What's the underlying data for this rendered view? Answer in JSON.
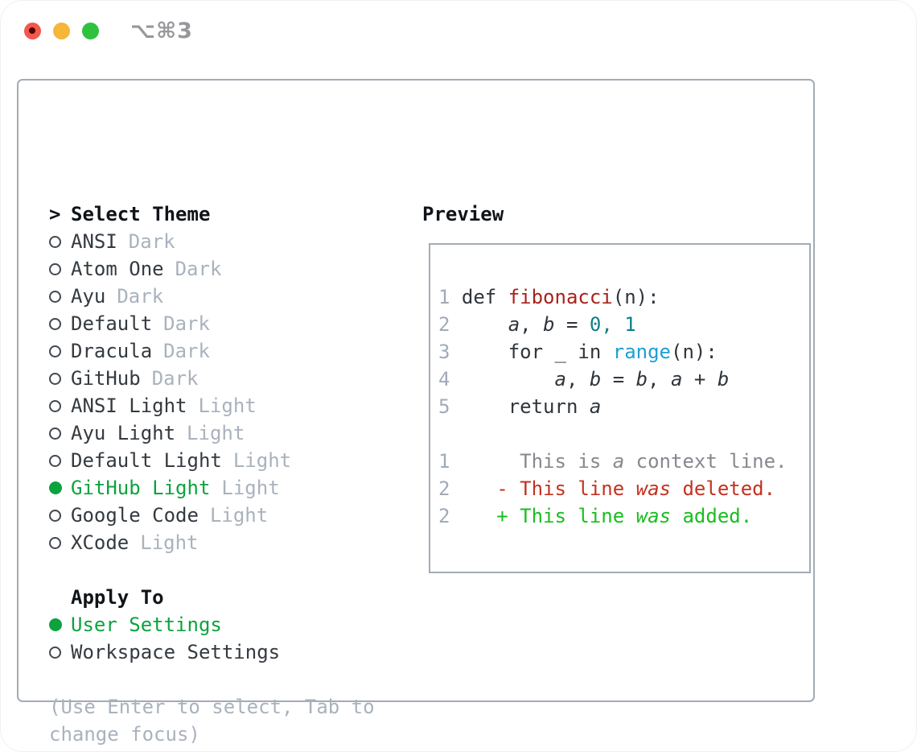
{
  "window": {
    "title": "⌥⌘3",
    "traffic_lights": [
      {
        "name": "close-button",
        "color": "#f3574d"
      },
      {
        "name": "minimize-button",
        "color": "#f5b63a"
      },
      {
        "name": "zoom-button",
        "color": "#2ec23f"
      }
    ]
  },
  "theme_panel": {
    "header": {
      "prompt": ">",
      "label": "Select Theme"
    },
    "themes": [
      {
        "name": "ANSI",
        "variant": "Dark",
        "selected": false
      },
      {
        "name": "Atom One",
        "variant": "Dark",
        "selected": false
      },
      {
        "name": "Ayu",
        "variant": "Dark",
        "selected": false
      },
      {
        "name": "Default",
        "variant": "Dark",
        "selected": false
      },
      {
        "name": "Dracula",
        "variant": "Dark",
        "selected": false
      },
      {
        "name": "GitHub",
        "variant": "Dark",
        "selected": false
      },
      {
        "name": "ANSI Light",
        "variant": "Light",
        "selected": false
      },
      {
        "name": "Ayu Light",
        "variant": "Light",
        "selected": false
      },
      {
        "name": "Default Light",
        "variant": "Light",
        "selected": false
      },
      {
        "name": "GitHub Light",
        "variant": "Light",
        "selected": true
      },
      {
        "name": "Google Code",
        "variant": "Light",
        "selected": false
      },
      {
        "name": "XCode",
        "variant": "Light",
        "selected": false
      }
    ],
    "apply_to": {
      "label": "Apply To",
      "options": [
        {
          "name": "User Settings",
          "selected": true
        },
        {
          "name": "Workspace Settings",
          "selected": false
        }
      ]
    },
    "hint": "(Use Enter to select, Tab to change focus)",
    "accent_green": "#0ca33e"
  },
  "preview": {
    "title": "Preview",
    "colors": {
      "num": "#a0abb9",
      "code": "#2f353b",
      "func": "#a9221b",
      "const": "#0e7f88",
      "call": "#1f9fd4",
      "ctx": "#85898f",
      "del": "#c43120",
      "add": "#1abd20"
    },
    "lines": [
      [
        {
          "t": "1 ",
          "c": "num"
        },
        {
          "t": "def ",
          "c": "code"
        },
        {
          "t": "fibonacci",
          "c": "func"
        },
        {
          "t": "(n):",
          "c": "code"
        }
      ],
      [
        {
          "t": "2 ",
          "c": "num"
        },
        {
          "t": "    ",
          "c": "code"
        },
        {
          "t": "a",
          "c": "code",
          "i": true
        },
        {
          "t": ", ",
          "c": "code"
        },
        {
          "t": "b",
          "c": "code",
          "i": true
        },
        {
          "t": " = ",
          "c": "code"
        },
        {
          "t": "0, 1",
          "c": "const"
        }
      ],
      [
        {
          "t": "3 ",
          "c": "num"
        },
        {
          "t": "    for _ in ",
          "c": "code"
        },
        {
          "t": "range",
          "c": "call"
        },
        {
          "t": "(n):",
          "c": "code"
        }
      ],
      [
        {
          "t": "4 ",
          "c": "num"
        },
        {
          "t": "        ",
          "c": "code"
        },
        {
          "t": "a",
          "c": "code",
          "i": true
        },
        {
          "t": ", ",
          "c": "code"
        },
        {
          "t": "b",
          "c": "code",
          "i": true
        },
        {
          "t": " = ",
          "c": "code"
        },
        {
          "t": "b",
          "c": "code",
          "i": true
        },
        {
          "t": ", ",
          "c": "code"
        },
        {
          "t": "a",
          "c": "code",
          "i": true
        },
        {
          "t": " + ",
          "c": "code"
        },
        {
          "t": "b",
          "c": "code",
          "i": true
        }
      ],
      [
        {
          "t": "5 ",
          "c": "num"
        },
        {
          "t": "    return ",
          "c": "code"
        },
        {
          "t": "a",
          "c": "code",
          "i": true
        }
      ],
      [],
      [
        {
          "t": "1 ",
          "c": "num"
        },
        {
          "t": "     This is ",
          "c": "ctx"
        },
        {
          "t": "a",
          "c": "ctx",
          "i": true
        },
        {
          "t": " context line.",
          "c": "ctx"
        }
      ],
      [
        {
          "t": "2 ",
          "c": "num"
        },
        {
          "t": "   - This line ",
          "c": "del"
        },
        {
          "t": "was",
          "c": "del",
          "i": true
        },
        {
          "t": " deleted.",
          "c": "del"
        }
      ],
      [
        {
          "t": "2 ",
          "c": "num"
        },
        {
          "t": "   + This line ",
          "c": "add"
        },
        {
          "t": "was",
          "c": "add",
          "i": true
        },
        {
          "t": " added.",
          "c": "add"
        }
      ]
    ]
  }
}
